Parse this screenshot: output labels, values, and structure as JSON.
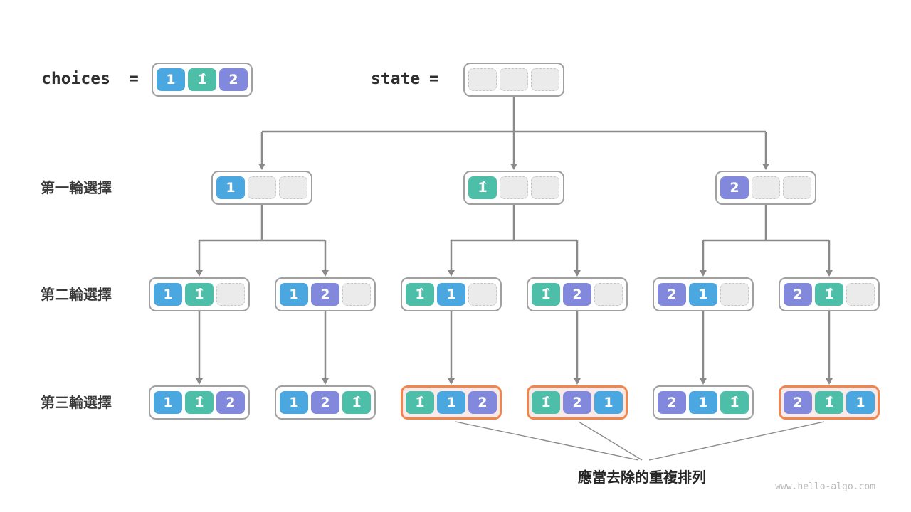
{
  "colors": {
    "arrow": "#8a8a8a",
    "callout": "#8a8a8a",
    "boxborder": "#a0a0a0",
    "highlight": "#f0854e",
    "highlightbg": "#fbe9e7",
    "emptyfill": "#ebebeb",
    "emptydash": "#c6c6c6",
    "blue": "#4aa7e0",
    "teal": "#4dbfa9",
    "purple": "#8289dd"
  },
  "choices": {
    "label": "choices",
    "eq": "=",
    "cells": [
      {
        "text": "1",
        "color": "blue"
      },
      {
        "text": "1̂",
        "color": "teal"
      },
      {
        "text": "2",
        "color": "purple"
      }
    ]
  },
  "state": {
    "label": "state",
    "eq": "=",
    "cells": [
      null,
      null,
      null
    ]
  },
  "tree": {
    "rows": [
      {
        "label": "第一輪選擇",
        "nodes": [
          {
            "cells": [
              {
                "text": "1",
                "color": "blue"
              },
              null,
              null
            ]
          },
          {
            "cells": [
              {
                "text": "1̂",
                "color": "teal"
              },
              null,
              null
            ]
          },
          {
            "cells": [
              {
                "text": "2",
                "color": "purple"
              },
              null,
              null
            ]
          }
        ]
      },
      {
        "label": "第二輪選擇",
        "nodes": [
          {
            "cells": [
              {
                "text": "1",
                "color": "blue"
              },
              {
                "text": "1̂",
                "color": "teal"
              },
              null
            ]
          },
          {
            "cells": [
              {
                "text": "1",
                "color": "blue"
              },
              {
                "text": "2",
                "color": "purple"
              },
              null
            ]
          },
          {
            "cells": [
              {
                "text": "1̂",
                "color": "teal"
              },
              {
                "text": "1",
                "color": "blue"
              },
              null
            ]
          },
          {
            "cells": [
              {
                "text": "1̂",
                "color": "teal"
              },
              {
                "text": "2",
                "color": "purple"
              },
              null
            ]
          },
          {
            "cells": [
              {
                "text": "2",
                "color": "purple"
              },
              {
                "text": "1",
                "color": "blue"
              },
              null
            ]
          },
          {
            "cells": [
              {
                "text": "2",
                "color": "purple"
              },
              {
                "text": "1̂",
                "color": "teal"
              },
              null
            ]
          }
        ]
      },
      {
        "label": "第三輪選擇",
        "nodes": [
          {
            "cells": [
              {
                "text": "1",
                "color": "blue"
              },
              {
                "text": "1̂",
                "color": "teal"
              },
              {
                "text": "2",
                "color": "purple"
              }
            ]
          },
          {
            "cells": [
              {
                "text": "1",
                "color": "blue"
              },
              {
                "text": "2",
                "color": "purple"
              },
              {
                "text": "1̂",
                "color": "teal"
              }
            ]
          },
          {
            "cells": [
              {
                "text": "1̂",
                "color": "teal"
              },
              {
                "text": "1",
                "color": "blue"
              },
              {
                "text": "2",
                "color": "purple"
              }
            ],
            "highlight": true
          },
          {
            "cells": [
              {
                "text": "1̂",
                "color": "teal"
              },
              {
                "text": "2",
                "color": "purple"
              },
              {
                "text": "1",
                "color": "blue"
              }
            ],
            "highlight": true
          },
          {
            "cells": [
              {
                "text": "2",
                "color": "purple"
              },
              {
                "text": "1",
                "color": "blue"
              },
              {
                "text": "1̂",
                "color": "teal"
              }
            ]
          },
          {
            "cells": [
              {
                "text": "2",
                "color": "purple"
              },
              {
                "text": "1̂",
                "color": "teal"
              },
              {
                "text": "1",
                "color": "blue"
              }
            ],
            "highlight": true
          }
        ]
      }
    ]
  },
  "annotation": {
    "text": "應當去除的重複排列"
  },
  "watermark": "www.hello-algo.com"
}
